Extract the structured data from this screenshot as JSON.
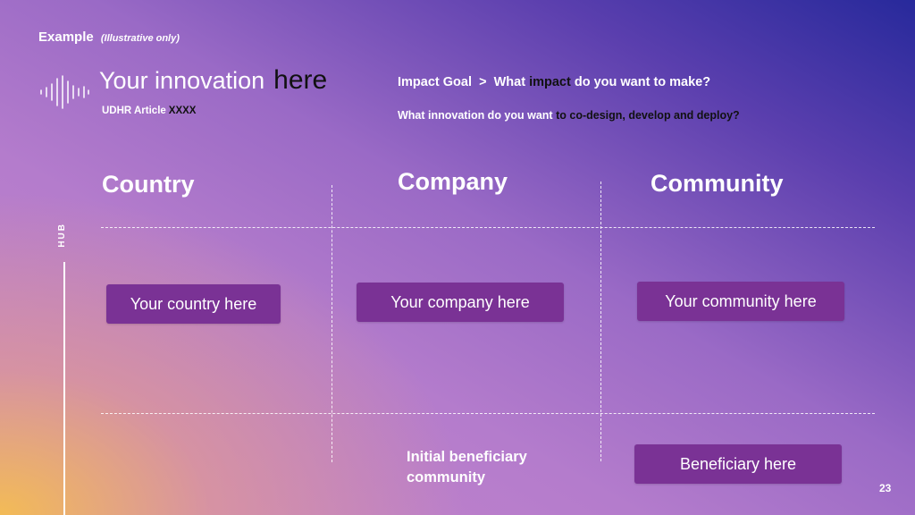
{
  "header": {
    "example_label": "Example",
    "example_sub": "(Illustrative only)",
    "innovation_text": "Your innovation",
    "innovation_here": "here",
    "udhr_label": "UDHR Article",
    "udhr_value": "XXXX"
  },
  "impact": {
    "goal_label": "Impact Goal",
    "separator": ">",
    "q1_prefix": "What",
    "q1_highlight": "impact",
    "q1_suffix": "do you want to make?",
    "q2_prefix": "What innovation do you want",
    "q2_highlight": "to co-design, develop and deploy?"
  },
  "columns": {
    "country": "Country",
    "company": "Company",
    "community": "Community"
  },
  "hub_label": "HUB",
  "pills": {
    "country": "Your country here",
    "company": "Your company here",
    "community": "Your community here",
    "beneficiary": "Beneficiary here"
  },
  "initial_beneficiary": "Initial beneficiary community",
  "page_number": "23",
  "colors": {
    "pill": "#7a3295",
    "gradient_dark": "#27299b",
    "gradient_warm": "#f5be50"
  },
  "icons": {
    "logo": "soundwave-icon"
  }
}
